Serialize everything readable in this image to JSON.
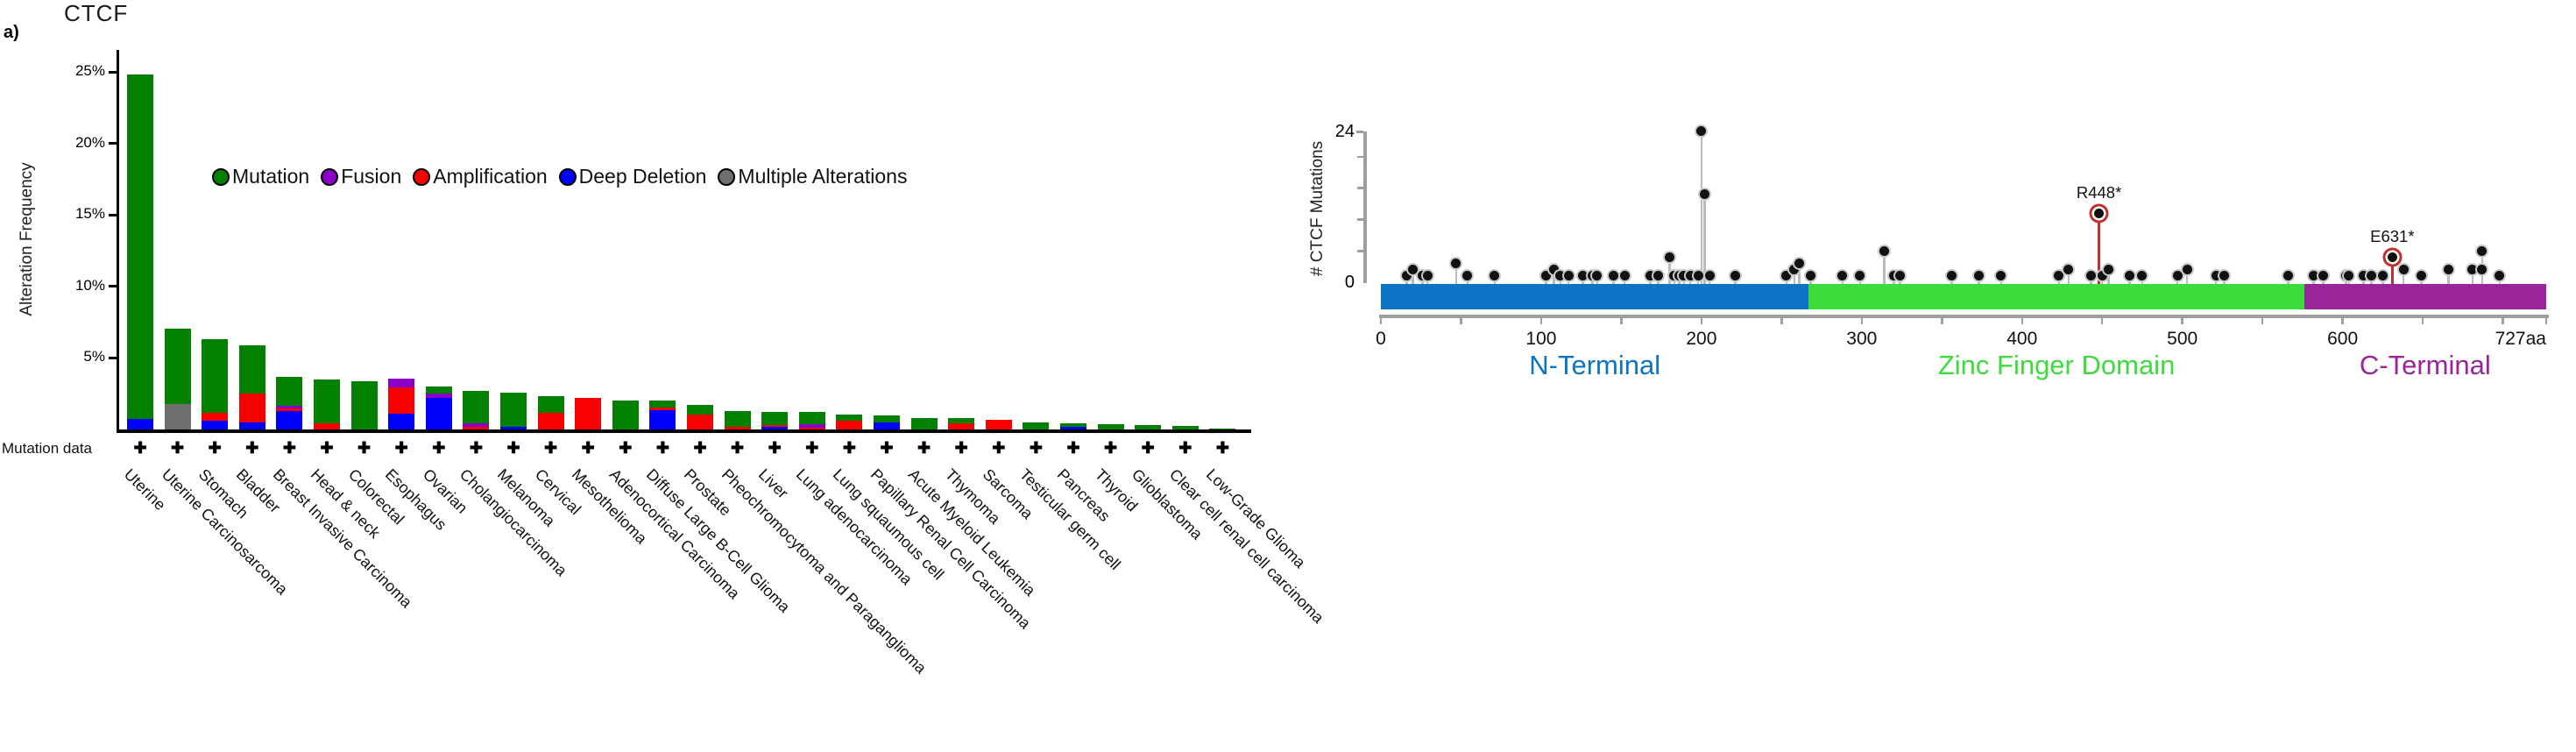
{
  "figure_label": "a)",
  "colors": {
    "mutation_green": "#018001",
    "fusion_purple": "#8b00c9",
    "amplification_red": "#f80000",
    "deep_deletion_blue": "#0000fe",
    "multiple_alterations_gray": "#6e6e6e",
    "domain_n_terminal_blue": "#0b74c4",
    "domain_zinc_finger_green": "#3ddc3d",
    "domain_c_terminal_purple": "#9a259a",
    "lollipop_stem_gray": "#bcbcbc",
    "annotation_red": "#c22f2f",
    "axis_gray": "#9e9e9e"
  },
  "chart_data": [
    {
      "type": "bar",
      "stacked": true,
      "title": "CTCF",
      "ylabel": "Alteration Frequency",
      "ylim": [
        0,
        26.5
      ],
      "yticks": [
        {
          "value": 5,
          "label": "5%"
        },
        {
          "value": 10,
          "label": "10%"
        },
        {
          "value": 15,
          "label": "15%"
        },
        {
          "value": 20,
          "label": "20%"
        },
        {
          "value": 25,
          "label": "25%"
        }
      ],
      "legend": [
        {
          "label": "Mutation",
          "color": "#018001"
        },
        {
          "label": "Fusion",
          "color": "#8b00c9"
        },
        {
          "label": "Amplification",
          "color": "#f80000"
        },
        {
          "label": "Deep Deletion",
          "color": "#0000fe"
        },
        {
          "label": "Multiple Alterations",
          "color": "#6e6e6e"
        }
      ],
      "mutation_data_row": {
        "label": "Mutation data",
        "marker": "✚"
      },
      "categories": [
        "Uterine",
        "Uterine Carcinosarcoma",
        "Stomach",
        "Bladder",
        "Breast Invasive Carcinoma",
        "Head & neck",
        "Colorectal",
        "Esophagus",
        "Ovarian",
        "Cholangiocarcinoma",
        "Melanoma",
        "Cervical",
        "Mesothelioma",
        "Adenocortical Carcinoma",
        "Diffuse Large B-Cell Glioma",
        "Prostate",
        "Pheochromocytoma and Paraganglioma",
        "Liver",
        "Lung adenocarcinoma",
        "Lung squaumous cell",
        "Papillary Renal Cell Carcinoma",
        "Acute Myeloid Leukemia",
        "Thymoma",
        "Sarcoma",
        "Testicular germ cell",
        "Pancreas",
        "Thyroid",
        "Glioblastoma",
        "Clear cell renal cell carcinoma",
        "Low-Grade Glioma"
      ],
      "series": [
        {
          "name": "Deep Deletion",
          "color": "#0000fe",
          "values": [
            0.75,
            0,
            0.6,
            0.5,
            1.3,
            0,
            0,
            1.1,
            2.2,
            0,
            0.2,
            0,
            0,
            0,
            1.35,
            0,
            0,
            0.2,
            0,
            0,
            0.5,
            0,
            0,
            0,
            0,
            0.2,
            0,
            0,
            0,
            0
          ]
        },
        {
          "name": "Multiple Alterations",
          "color": "#6e6e6e",
          "values": [
            0,
            1.75,
            0,
            0,
            0,
            0,
            0,
            0,
            0,
            0,
            0,
            0,
            0,
            0,
            0,
            0,
            0,
            0,
            0,
            0,
            0,
            0,
            0,
            0,
            0,
            0,
            0,
            0,
            0,
            0
          ]
        },
        {
          "name": "Amplification",
          "color": "#f80000",
          "values": [
            0,
            0,
            0.55,
            2.0,
            0.15,
            0.4,
            0,
            1.85,
            0,
            0.2,
            0,
            1.15,
            2.2,
            0,
            0.2,
            1.05,
            0.2,
            0.12,
            0.1,
            0.6,
            0,
            0,
            0.4,
            0.65,
            0,
            0,
            0,
            0,
            0,
            0
          ]
        },
        {
          "name": "Fusion",
          "color": "#8b00c9",
          "values": [
            0,
            0,
            0,
            0,
            0.2,
            0,
            0,
            0.6,
            0.3,
            0.2,
            0,
            0,
            0,
            0,
            0,
            0,
            0,
            0,
            0.25,
            0,
            0,
            0,
            0,
            0,
            0,
            0,
            0,
            0,
            0,
            0
          ]
        },
        {
          "name": "Mutation",
          "color": "#018001",
          "values": [
            24.05,
            5.3,
            5.15,
            3.4,
            2.05,
            3.1,
            3.4,
            0,
            0.5,
            2.3,
            2.4,
            1.15,
            0,
            2.0,
            0.45,
            0.65,
            1.1,
            0.88,
            0.85,
            0.45,
            0.5,
            0.8,
            0.4,
            0,
            0.5,
            0.25,
            0.35,
            0.28,
            0.25,
            0.07
          ]
        }
      ]
    },
    {
      "type": "lollipop",
      "ylabel": "# CTCF Mutations",
      "ymax": 24,
      "yticks": [
        {
          "value": 24,
          "label": "24"
        },
        {
          "value": 0,
          "label": "0"
        }
      ],
      "protein_length": 727,
      "xticks": [
        0,
        100,
        200,
        300,
        400,
        500,
        600
      ],
      "xmax_label": "727aa",
      "domains": [
        {
          "name": "N-Terminal",
          "start": 0,
          "end": 267,
          "color": "#0b74c4"
        },
        {
          "name": "Zinc Finger Domain",
          "start": 267,
          "end": 576,
          "color": "#3ddc3d"
        },
        {
          "name": "C-Terminal",
          "start": 576,
          "end": 727,
          "color": "#9a259a"
        }
      ],
      "lollipops": [
        {
          "aa": 16,
          "count": 1
        },
        {
          "aa": 20,
          "count": 2
        },
        {
          "aa": 26,
          "count": 1
        },
        {
          "aa": 29,
          "count": 1
        },
        {
          "aa": 47,
          "count": 3
        },
        {
          "aa": 54,
          "count": 1
        },
        {
          "aa": 71,
          "count": 1
        },
        {
          "aa": 103,
          "count": 1
        },
        {
          "aa": 108,
          "count": 2
        },
        {
          "aa": 112,
          "count": 1
        },
        {
          "aa": 117,
          "count": 1
        },
        {
          "aa": 126,
          "count": 1
        },
        {
          "aa": 132,
          "count": 1
        },
        {
          "aa": 135,
          "count": 1
        },
        {
          "aa": 145,
          "count": 1
        },
        {
          "aa": 152,
          "count": 1
        },
        {
          "aa": 168,
          "count": 1
        },
        {
          "aa": 173,
          "count": 1
        },
        {
          "aa": 180,
          "count": 4
        },
        {
          "aa": 183,
          "count": 1
        },
        {
          "aa": 186,
          "count": 1
        },
        {
          "aa": 189,
          "count": 1
        },
        {
          "aa": 193,
          "count": 1
        },
        {
          "aa": 198,
          "count": 1
        },
        {
          "aa": 200,
          "count": 24
        },
        {
          "aa": 202,
          "count": 14
        },
        {
          "aa": 205,
          "count": 1
        },
        {
          "aa": 221,
          "count": 1
        },
        {
          "aa": 253,
          "count": 1
        },
        {
          "aa": 258,
          "count": 2
        },
        {
          "aa": 261,
          "count": 3
        },
        {
          "aa": 268,
          "count": 1
        },
        {
          "aa": 288,
          "count": 1
        },
        {
          "aa": 299,
          "count": 1
        },
        {
          "aa": 314,
          "count": 5
        },
        {
          "aa": 320,
          "count": 1
        },
        {
          "aa": 324,
          "count": 1
        },
        {
          "aa": 356,
          "count": 1
        },
        {
          "aa": 373,
          "count": 1
        },
        {
          "aa": 387,
          "count": 1
        },
        {
          "aa": 423,
          "count": 1
        },
        {
          "aa": 429,
          "count": 2
        },
        {
          "aa": 443,
          "count": 1
        },
        {
          "aa": 448,
          "count": 11,
          "label": "R448*",
          "annotated": true
        },
        {
          "aa": 450,
          "count": 1
        },
        {
          "aa": 454,
          "count": 2
        },
        {
          "aa": 467,
          "count": 1
        },
        {
          "aa": 475,
          "count": 1
        },
        {
          "aa": 497,
          "count": 1
        },
        {
          "aa": 503,
          "count": 2
        },
        {
          "aa": 521,
          "count": 1
        },
        {
          "aa": 526,
          "count": 1
        },
        {
          "aa": 566,
          "count": 1
        },
        {
          "aa": 582,
          "count": 1
        },
        {
          "aa": 588,
          "count": 1
        },
        {
          "aa": 602,
          "count": 1
        },
        {
          "aa": 604,
          "count": 1
        },
        {
          "aa": 613,
          "count": 1
        },
        {
          "aa": 618,
          "count": 1
        },
        {
          "aa": 625,
          "count": 1
        },
        {
          "aa": 631,
          "count": 4,
          "label": "E631*",
          "annotated": true
        },
        {
          "aa": 638,
          "count": 2
        },
        {
          "aa": 649,
          "count": 1
        },
        {
          "aa": 666,
          "count": 2
        },
        {
          "aa": 681,
          "count": 2
        },
        {
          "aa": 687,
          "count": 5
        },
        {
          "aa": 687,
          "count": 2
        },
        {
          "aa": 698,
          "count": 1
        }
      ]
    }
  ]
}
